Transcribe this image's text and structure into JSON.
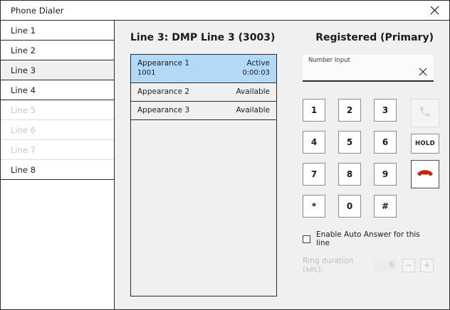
{
  "window": {
    "title": "Phone Dialer",
    "close_icon": "close-icon"
  },
  "sidebar": {
    "items": [
      {
        "label": "Line 1",
        "state": "enabled"
      },
      {
        "label": "Line 2",
        "state": "enabled"
      },
      {
        "label": "Line 3",
        "state": "selected"
      },
      {
        "label": "Line 4",
        "state": "enabled"
      },
      {
        "label": "Line 5",
        "state": "disabled"
      },
      {
        "label": "Line 6",
        "state": "disabled"
      },
      {
        "label": "Line 7",
        "state": "disabled"
      },
      {
        "label": "Line 8",
        "state": "enabled"
      }
    ]
  },
  "line_panel": {
    "title": "Line 3: DMP Line 3 (3003)",
    "appearances": [
      {
        "name": "Appearance 1",
        "status": "Active",
        "number": "1001",
        "duration": "0:00:03",
        "active": true
      },
      {
        "name": "Appearance 2",
        "status": "Available",
        "number": "",
        "duration": "",
        "active": false
      },
      {
        "name": "Appearance 3",
        "status": "Available",
        "number": "",
        "duration": "",
        "active": false
      }
    ]
  },
  "dialer": {
    "registration_status": "Registered (Primary)",
    "number_input": {
      "label": "Number Input",
      "value": "",
      "placeholder": "",
      "clear_icon": "close-icon"
    },
    "keys": [
      "1",
      "2",
      "3",
      "4",
      "5",
      "6",
      "7",
      "8",
      "9",
      "*",
      "0",
      "#"
    ],
    "call_button": {
      "icon": "phone-handset-icon",
      "label": "",
      "enabled": false
    },
    "hold_button": {
      "label": "HOLD",
      "enabled": true
    },
    "hangup_button": {
      "icon": "phone-hangup-icon",
      "label": "",
      "enabled": true
    },
    "auto_answer": {
      "label": "Enable Auto Answer for this line",
      "checked": false
    },
    "ring_duration": {
      "label": "Ring duration (sec):",
      "value": "6",
      "decrement_label": "−",
      "increment_label": "+",
      "enabled": false
    }
  },
  "colors": {
    "accent_active_row": "#b2d9f7",
    "hangup_red": "#cc2200",
    "panel_bg": "#f0f0f0",
    "border": "#2b2b2b",
    "disabled_text": "#bdbdbd"
  }
}
